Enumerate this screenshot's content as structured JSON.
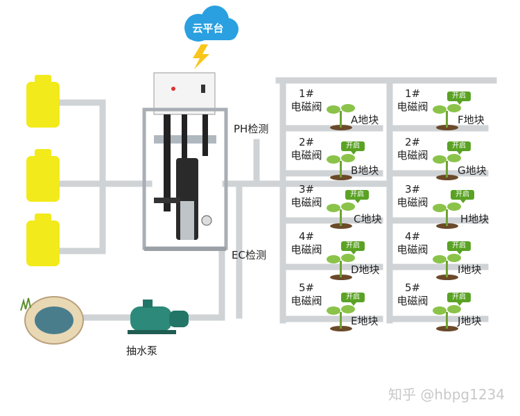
{
  "cloud": {
    "label": "云平台"
  },
  "sensors": {
    "ph_label": "PH检测",
    "ec_label": "EC检测"
  },
  "pump": {
    "label": "抽水泵"
  },
  "zones_left": [
    {
      "valve_no": "1#",
      "valve_label": "电磁阀",
      "plot": "A地块",
      "status": ""
    },
    {
      "valve_no": "2#",
      "valve_label": "电磁阀",
      "plot": "B地块",
      "status": "开启"
    },
    {
      "valve_no": "3#",
      "valve_label": "电磁阀",
      "plot": "C地块",
      "status": "开启"
    },
    {
      "valve_no": "4#",
      "valve_label": "电磁阀",
      "plot": "D地块",
      "status": "开启"
    },
    {
      "valve_no": "5#",
      "valve_label": "电磁阀",
      "plot": "E地块",
      "status": "开启"
    }
  ],
  "zones_right": [
    {
      "valve_no": "1#",
      "valve_label": "电磁阀",
      "plot": "F地块",
      "status": "开启"
    },
    {
      "valve_no": "2#",
      "valve_label": "电磁阀",
      "plot": "G地块",
      "status": "开启"
    },
    {
      "valve_no": "3#",
      "valve_label": "电磁阀",
      "plot": "H地块",
      "status": "开启"
    },
    {
      "valve_no": "4#",
      "valve_label": "电磁阀",
      "plot": "I地块",
      "status": "开启"
    },
    {
      "valve_no": "5#",
      "valve_label": "电磁阀",
      "plot": "J地块",
      "status": "开启"
    }
  ],
  "watermark": "知乎 @hbpg1234",
  "colors": {
    "pipe": "#cfd3d6",
    "tank": "#f2ea1a",
    "cloud": "#2aa0e0",
    "badge": "#5aa224",
    "pump": "#2d8a7a"
  }
}
